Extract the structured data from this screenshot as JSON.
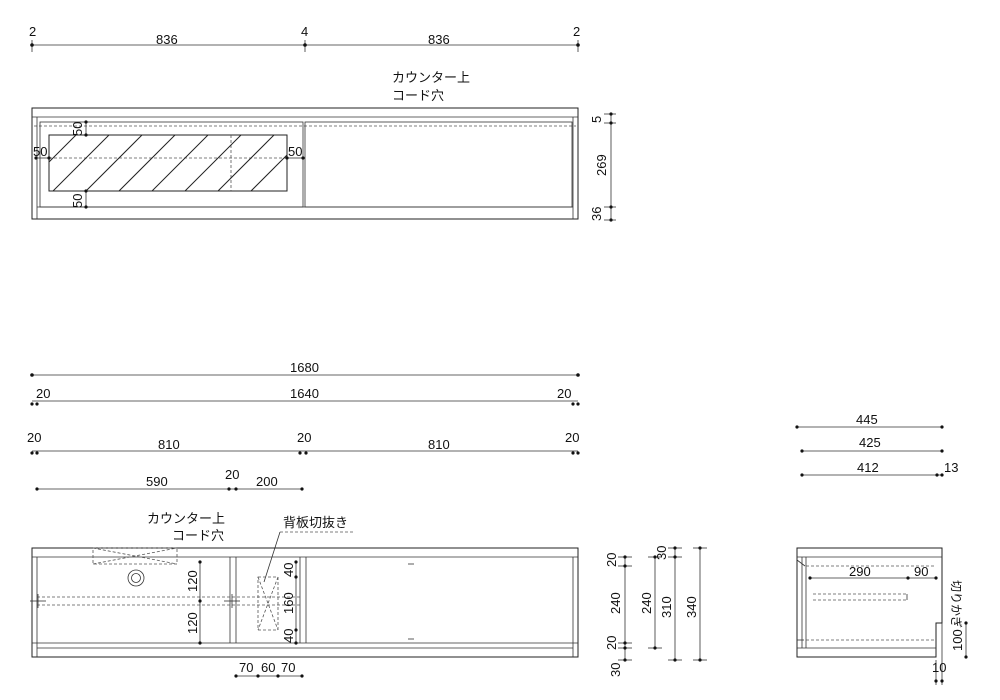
{
  "top_view": {
    "widths": {
      "left_end": "2",
      "left_half": "836",
      "middle": "4",
      "right_half": "836",
      "right_end": "2"
    },
    "cord_hole_label_1": "カウンター上",
    "cord_hole_label_2": "コード穴",
    "glass_margin_top": "50",
    "glass_margin_left": "50",
    "glass_margin_right": "50",
    "glass_margin_bottom": "50",
    "height_top": "5",
    "height_body": "269",
    "height_base": "36"
  },
  "front_view": {
    "total_width": "1680",
    "inner_left": "20",
    "inner_width": "1640",
    "inner_right": "20",
    "side_left": "20",
    "bay_left": "810",
    "divider": "20",
    "bay_right": "810",
    "side_right": "20",
    "cord_offset": "590",
    "cord_gap": "20",
    "cutout_width": "200",
    "cord_hole_label_1": "カウンター上",
    "cord_hole_label_2": "コード穴",
    "back_cutout_label": "背板切抜き",
    "shelf_upper": "120",
    "shelf_lower": "120",
    "cutout_top": "40",
    "cutout_height": "160",
    "cutout_bottom": "40",
    "bottom_left": "70",
    "bottom_mid": "60",
    "bottom_right": "70"
  },
  "height_dims": {
    "top_20": "20",
    "mid_240": "240",
    "bot_20": "20",
    "bot_30": "30",
    "b_240": "240",
    "c_30": "30",
    "c_310": "310",
    "d_340": "340"
  },
  "side_view": {
    "depth_total": "445",
    "depth_425": "425",
    "depth_412": "412",
    "depth_13": "13",
    "inner_290": "290",
    "inner_90": "90",
    "notch_label": "切りかぎ",
    "notch_height": "100",
    "notch_depth": "10"
  }
}
